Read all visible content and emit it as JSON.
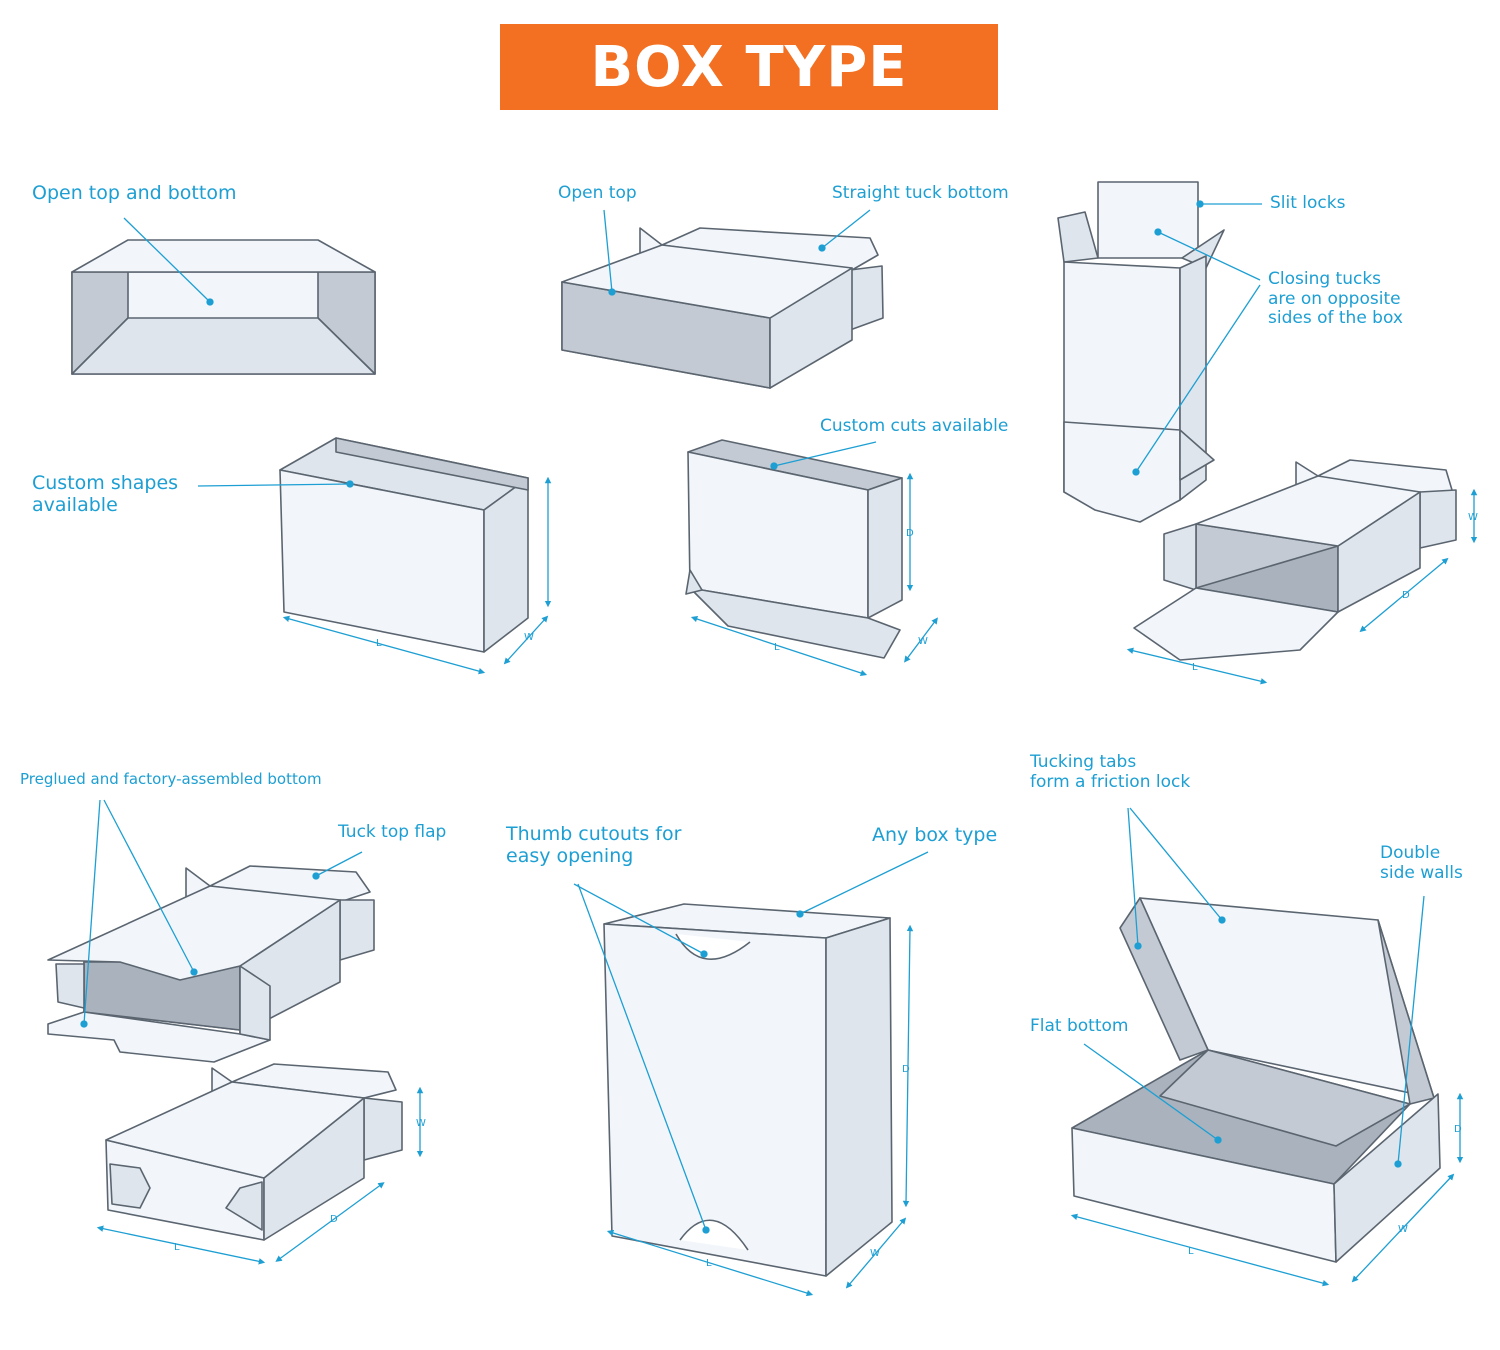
{
  "title": "BOX TYPE",
  "colors": {
    "banner": "#f36f21",
    "label": "#1d9fd3",
    "outline": "#5b6570",
    "panel_light": "#f2f6fb",
    "panel_mid": "#dfe5ec",
    "panel_dark": "#c3cad3"
  },
  "labels": {
    "open_top_bottom": "Open top and bottom",
    "open_top": "Open top",
    "straight_tuck_bottom": "Straight tuck bottom",
    "slit_locks": "Slit locks",
    "closing_tucks": "Closing tucks\nare on opposite\nsides of the box",
    "custom_shapes": "Custom shapes\navailable",
    "custom_cuts": "Custom cuts available",
    "preglued": "Preglued and factory-assembled bottom",
    "tuck_top_flap": "Tuck top flap",
    "thumb_cutouts": "Thumb cutouts for\neasy opening",
    "any_box_type": "Any box type",
    "tucking_tabs": "Tucking tabs\nform a friction lock",
    "double_side_walls": "Double\nside walls",
    "flat_bottom": "Flat bottom"
  },
  "dimensions": {
    "length": "L",
    "width": "W",
    "depth": "D"
  }
}
